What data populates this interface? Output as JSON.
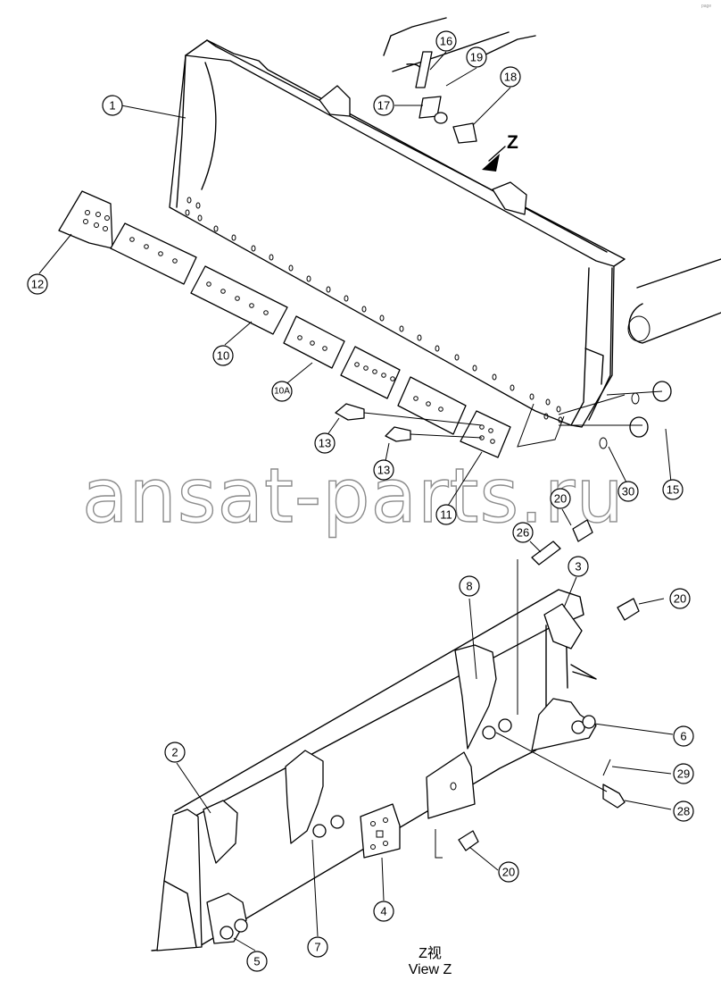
{
  "view_arrow_label": "Z",
  "view_caption_cn": "Z视",
  "view_caption_en": "View Z",
  "watermark": "ansat-parts.ru",
  "corner_mark": "page",
  "callouts": [
    {
      "label": "1"
    },
    {
      "label": "16"
    },
    {
      "label": "19"
    },
    {
      "label": "18"
    },
    {
      "label": "17"
    },
    {
      "label": "12"
    },
    {
      "label": "10"
    },
    {
      "label": "10A"
    },
    {
      "label": "13"
    },
    {
      "label": "13"
    },
    {
      "label": "11"
    },
    {
      "label": "15"
    },
    {
      "label": "30"
    },
    {
      "label": "20"
    },
    {
      "label": "26"
    },
    {
      "label": "3"
    },
    {
      "label": "8"
    },
    {
      "label": "20"
    },
    {
      "label": "2"
    },
    {
      "label": "6"
    },
    {
      "label": "29"
    },
    {
      "label": "28"
    },
    {
      "label": "20"
    },
    {
      "label": "4"
    },
    {
      "label": "7"
    },
    {
      "label": "5"
    }
  ]
}
